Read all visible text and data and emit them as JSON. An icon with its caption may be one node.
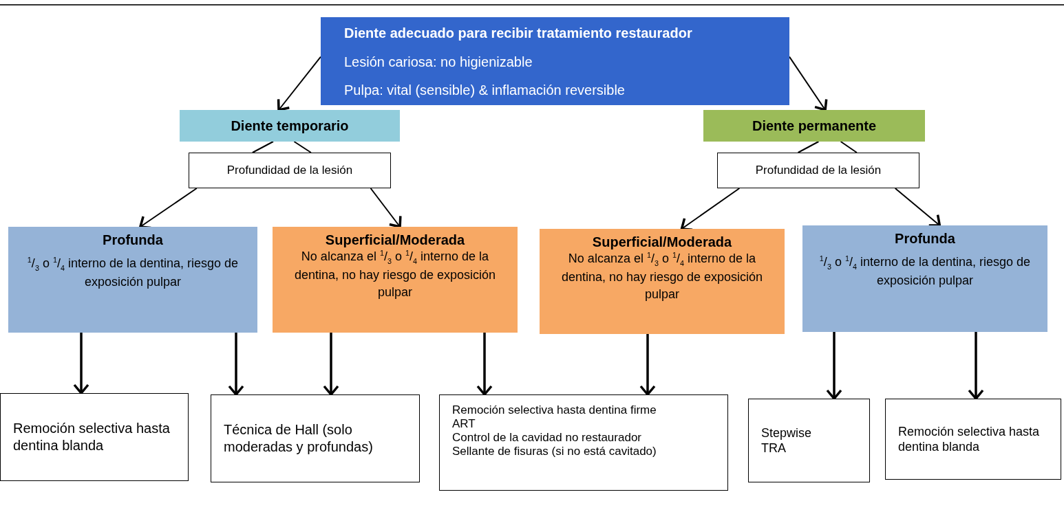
{
  "diagram": {
    "nodes": [
      {
        "text": [
          "Diente adecuado para recibir tratamiento restaurador",
          "Lesión cariosa: no higienizable",
          "Pulpa: vital (sensible) & inflamación reversible"
        ]
      },
      {
        "text": [
          "Diente temporario"
        ]
      },
      {
        "text": [
          "Diente permanente"
        ]
      },
      {
        "text": [
          "Profundidad de la lesión"
        ]
      },
      {
        "text": [
          "Profundidad de la lesión"
        ]
      },
      {
        "text": [
          "Profunda",
          "$^{1}$/$_{3}$ o $^{1}$/$_{4}$ interno de la dentina, riesgo de exposición pulpar"
        ]
      },
      {
        "text": [
          "Superficial/Moderada",
          "No alcanza el $^{1}$/$_{3}$ o $^{1}$/$_{4}$ interno de la dentina, no hay riesgo de exposición pulpar"
        ]
      },
      {
        "text": [
          "Superficial/Moderada",
          "No alcanza el $^{1}$/$_{3}$ o $^{1}$/$_{4}$ interno de la dentina, no hay riesgo de exposición pulpar"
        ]
      },
      {
        "text": [
          "Profunda",
          "$^{1}$/$_{3}$ o $^{1}$/$_{4}$ interno de la dentina, riesgo de exposición pulpar"
        ]
      },
      {
        "text": [
          "Remoción selectiva hasta dentina blanda"
        ]
      },
      {
        "text": [
          "Técnica de Hall (solo moderadas y profundas)"
        ]
      },
      {
        "text": [
          "Remoción selectiva hasta dentina firme",
          "ART",
          "Control de la cavidad no restaurador",
          "Sellante de fisuras (si no está cavitado)"
        ]
      },
      {
        "text": [
          "Stepwise",
          "TRA"
        ]
      },
      {
        "text": [
          "Remoción selectiva hasta dentina blanda"
        ]
      }
    ],
    "edges": [
      {
        "from": 0,
        "to": 1,
        "arrow": "to"
      },
      {
        "from": 0,
        "to": 2,
        "arrow": "to"
      },
      {
        "from": 1,
        "to": 3,
        "arrow": "none"
      },
      {
        "from": 1,
        "to": 3,
        "arrow": "none"
      },
      {
        "from": 2,
        "to": 4,
        "arrow": "none"
      },
      {
        "from": 2,
        "to": 4,
        "arrow": "none"
      },
      {
        "from": 3,
        "to": 5,
        "arrow": "to"
      },
      {
        "from": 3,
        "to": 6,
        "arrow": "to"
      },
      {
        "from": 4,
        "to": 7,
        "arrow": "to"
      },
      {
        "from": 4,
        "to": 8,
        "arrow": "to"
      },
      {
        "from": 5,
        "to": 9,
        "arrow": "to"
      },
      {
        "from": 5,
        "to": 10,
        "arrow": "to"
      },
      {
        "from": 6,
        "to": 10,
        "arrow": "to"
      },
      {
        "from": 6,
        "to": 11,
        "arrow": "to"
      },
      {
        "from": 7,
        "to": 11,
        "arrow": "to"
      },
      {
        "from": 8,
        "to": 12,
        "arrow": "to"
      },
      {
        "from": 8,
        "to": 13,
        "arrow": "to"
      }
    ]
  }
}
